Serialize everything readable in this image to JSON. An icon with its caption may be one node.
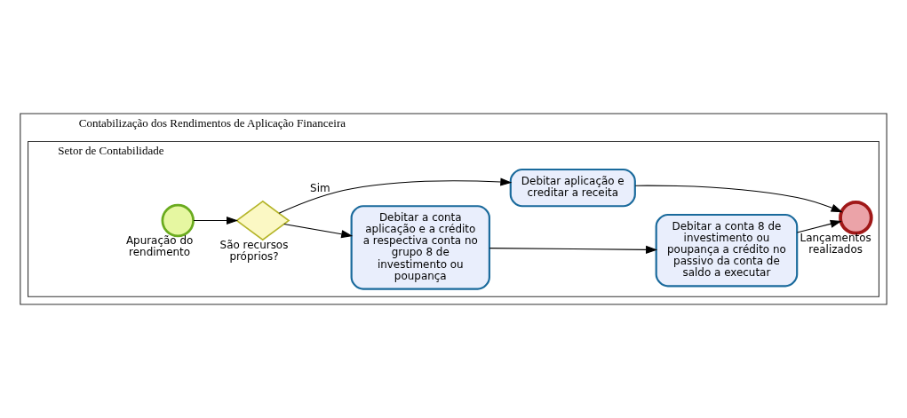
{
  "diagram": {
    "nodes": [
      {
        "text": [
          "Contabilização dos Rendimentos de Aplicação Financeira"
        ]
      },
      {
        "text": [
          "Setor de Contabilidade"
        ],
        "in": 0
      },
      {
        "text": [
          "Apuração do rendimento"
        ],
        "in": 1
      },
      {
        "text": [
          "São recursos próprios?"
        ],
        "in": 1
      },
      {
        "text": [
          "Debitar a conta aplicação e a crédito a respectiva conta no grupo 8 de investimento ou poupança"
        ],
        "in": 1
      },
      {
        "text": [
          "Debitar aplicação e creditar a receita"
        ],
        "in": 1
      },
      {
        "text": [
          "Debitar a conta 8 de investimento ou poupança a crédito no passivo da conta de saldo a executar"
        ],
        "in": 1
      },
      {
        "text": [
          "Lançamentos realizados"
        ],
        "in": 1
      }
    ],
    "edges": [
      {
        "from": 2,
        "to": 3,
        "arrow": "to"
      },
      {
        "from": 3,
        "to": 4,
        "arrow": "to"
      },
      {
        "from": 3,
        "to": 5,
        "arrow": "to",
        "label": "Sim"
      },
      {
        "from": 4,
        "to": 6,
        "arrow": "to"
      },
      {
        "from": 6,
        "to": 7,
        "arrow": "to"
      },
      {
        "from": 5,
        "to": 7,
        "arrow": "to"
      }
    ]
  }
}
